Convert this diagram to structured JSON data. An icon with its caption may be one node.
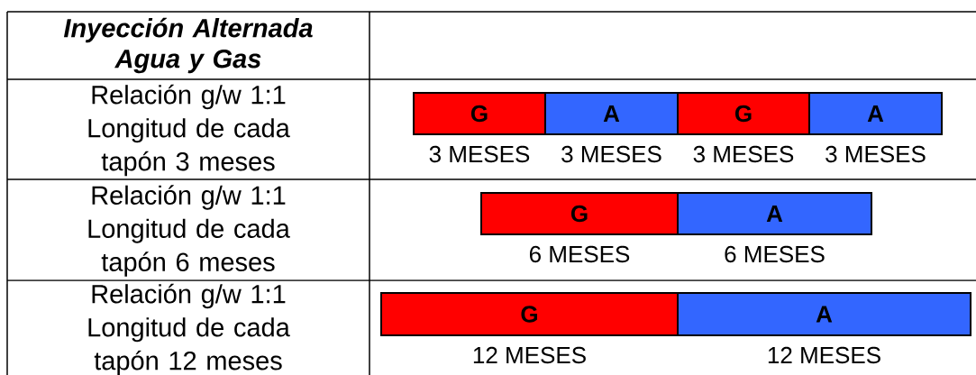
{
  "diagram": {
    "nodes": [
      {
        "text": [
          "Inyección Alternada Agua y Gas"
        ]
      },
      {
        "text": [
          "Relación g/w 1:1",
          "Longitud de cada tapón 3 meses"
        ]
      },
      {
        "text": [
          "G"
        ],
        "beside": [
          "3 MESES"
        ]
      },
      {
        "text": [
          "A"
        ],
        "beside": [
          "3 MESES"
        ]
      },
      {
        "text": [
          "G"
        ],
        "beside": [
          "3 MESES"
        ]
      },
      {
        "text": [
          "A"
        ],
        "beside": [
          "3 MESES"
        ]
      },
      {
        "text": [
          "Relación g/w 1:1",
          "Longitud de cada tapón 6 meses"
        ]
      },
      {
        "text": [
          "G"
        ],
        "beside": [
          "6 MESES"
        ]
      },
      {
        "text": [
          "A"
        ],
        "beside": [
          "6 MESES"
        ]
      },
      {
        "text": [
          "Relación g/w 1:1",
          "Longitud de cada tapón 12 meses"
        ]
      },
      {
        "text": [
          "G"
        ],
        "beside": [
          "12 MESES"
        ]
      },
      {
        "text": [
          "A"
        ],
        "beside": [
          "12 MESES"
        ]
      }
    ]
  }
}
